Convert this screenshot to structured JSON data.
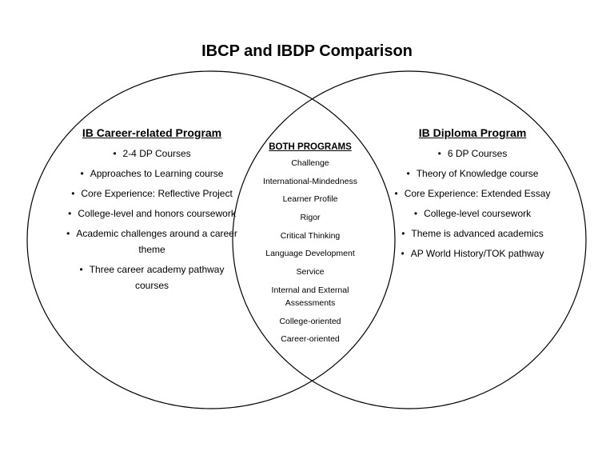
{
  "title": "IBCP and IBDP Comparison",
  "left": {
    "heading": "IB Career-related Program",
    "items": [
      "2-4 DP Courses",
      "Approaches to Learning course",
      "Core Experience: Reflective Project",
      "College-level and honors coursework",
      "Academic challenges around a career theme",
      "Three career academy pathway courses"
    ]
  },
  "middle": {
    "heading": "BOTH PROGRAMS",
    "items": [
      "Challenge",
      "International-Mindedness",
      "Learner Profile",
      "Rigor",
      "Critical Thinking",
      "Language Development",
      "Service",
      "Internal and External Assessments",
      "College-oriented",
      "Career-oriented"
    ]
  },
  "right": {
    "heading": "IB Diploma Program",
    "items": [
      "6 DP Courses",
      "Theory of Knowledge course",
      "Core Experience: Extended Essay",
      "College-level coursework",
      "Theme is advanced academics",
      "AP World History/TOK pathway"
    ]
  }
}
